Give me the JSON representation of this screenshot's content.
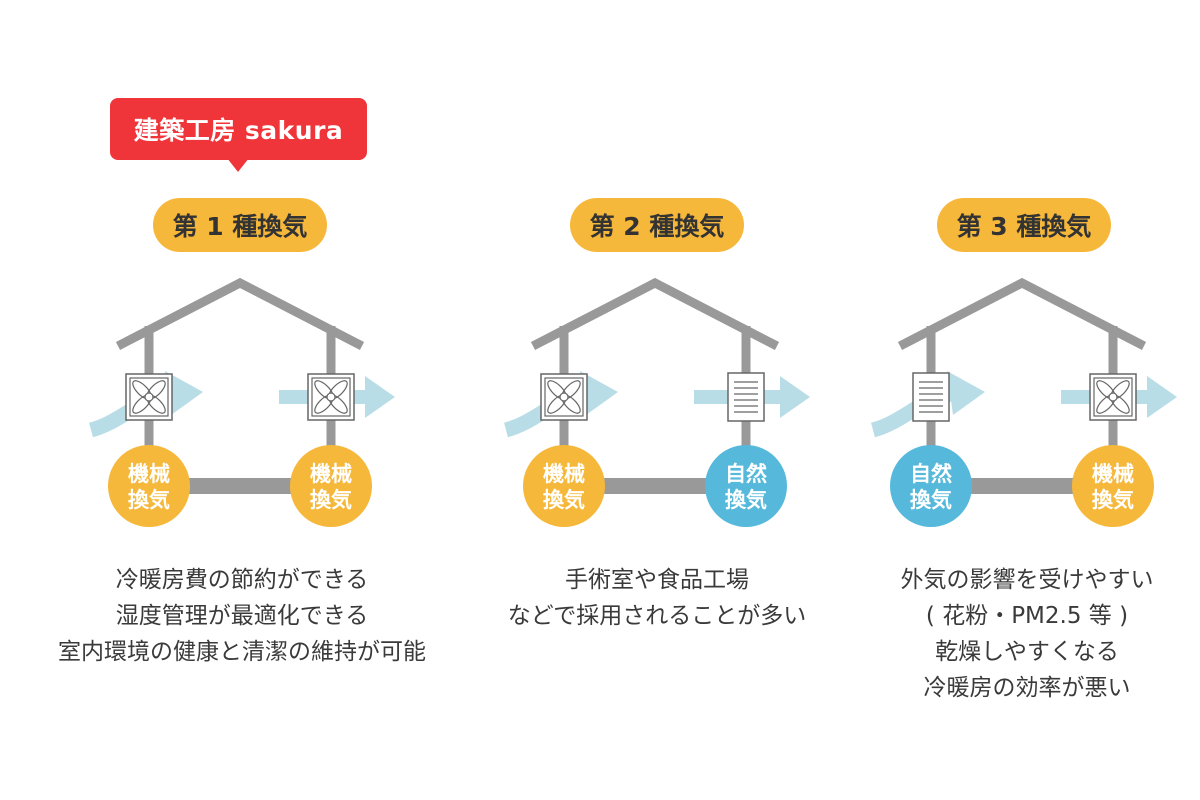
{
  "brand": {
    "label": "建築工房 sakura",
    "color": "#f0353a"
  },
  "colors": {
    "pill": "#f6b83a",
    "mechanical": "#f6b83a",
    "natural": "#56b9db",
    "house_line": "#999999",
    "arrow": "#b9dde6"
  },
  "panels": [
    {
      "title": "第 1 種換気",
      "intake": {
        "device": "fan-icon",
        "label": [
          "機械",
          "換気"
        ],
        "kind": "mechanical"
      },
      "exhaust": {
        "device": "fan-icon",
        "label": [
          "機械",
          "換気"
        ],
        "kind": "mechanical"
      },
      "description": [
        "冷暖房費の節約ができる",
        "湿度管理が最適化できる",
        "室内環境の健康と清潔の維持が可能"
      ]
    },
    {
      "title": "第 2 種換気",
      "intake": {
        "device": "fan-icon",
        "label": [
          "機械",
          "換気"
        ],
        "kind": "mechanical"
      },
      "exhaust": {
        "device": "vent-icon",
        "label": [
          "自然",
          "換気"
        ],
        "kind": "natural"
      },
      "description": [
        "手術室や食品工場",
        "などで採用されることが多い"
      ]
    },
    {
      "title": "第 3 種換気",
      "intake": {
        "device": "vent-icon",
        "label": [
          "自然",
          "換気"
        ],
        "kind": "natural"
      },
      "exhaust": {
        "device": "fan-icon",
        "label": [
          "機械",
          "換気"
        ],
        "kind": "mechanical"
      },
      "description": [
        "外気の影響を受けやすい",
        "( 花粉・PM2.5 等 )",
        "乾燥しやすくなる",
        "冷暖房の効率が悪い"
      ]
    }
  ]
}
